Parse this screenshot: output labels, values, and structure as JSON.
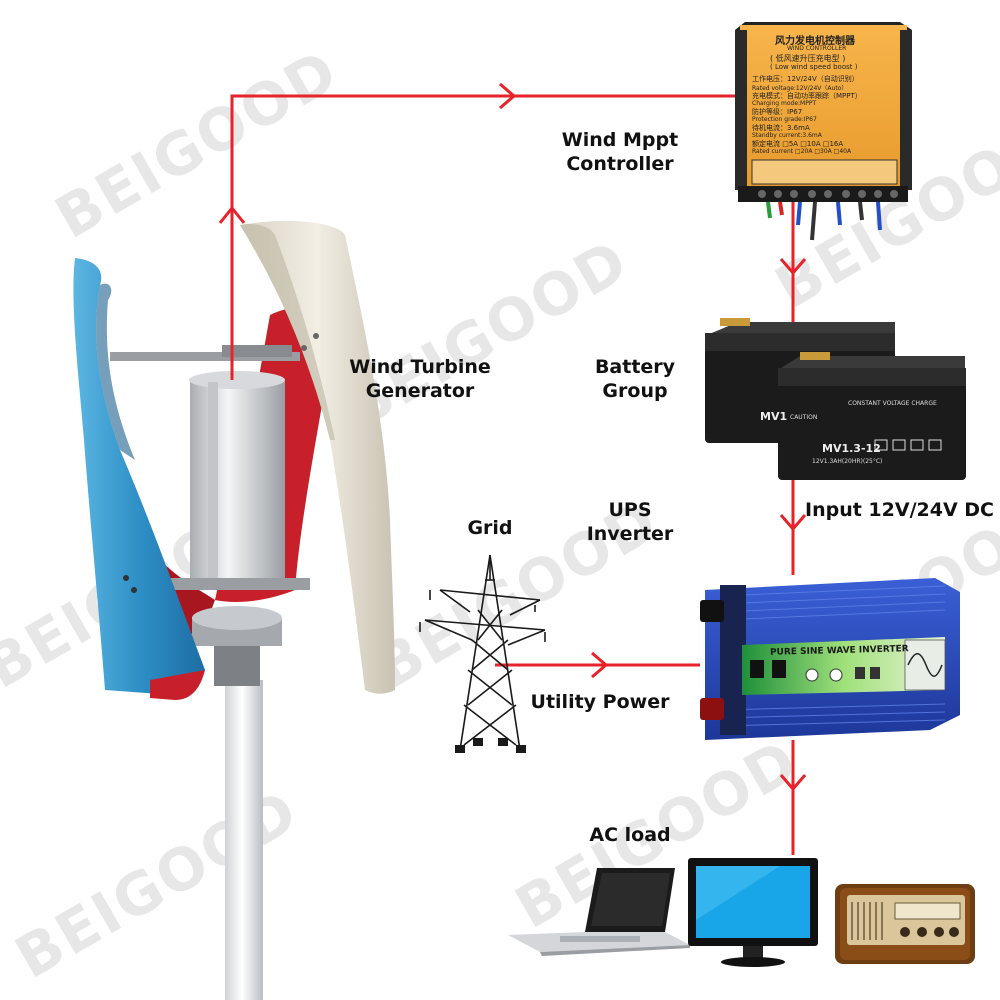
{
  "watermark": "BEIGOOD",
  "labels": {
    "wind_turbine": [
      "Wind Turbine",
      "Generator"
    ],
    "controller": [
      "Wind Mppt",
      "Controller"
    ],
    "battery": [
      "Battery",
      "Group"
    ],
    "ups": [
      "UPS",
      "Inverter"
    ],
    "grid": "Grid",
    "input_dc": "Input 12V/24V DC",
    "utility_power": "Utility Power",
    "ac_load": "AC load"
  },
  "controller": {
    "title_cn": "风力发电机控制器",
    "title_en": "WIND CONTROLLER",
    "subtitle": "( 低风速升压充电型 )",
    "subtitle_en": "( Low wind speed boost )",
    "lines": [
      "工作电压：12V/24V（自动识别）",
      "Rated voltage:12V/24V（Auto）",
      "充电模式：自动功率跟踪（MPPT）",
      "Charging mode:MPPT",
      "防护等级：IP67",
      "Protection grade:IP67",
      "待机电流：3.6mA",
      "Standby current:3.6mA"
    ],
    "current_row1": "额定电流  □5A  □10A  □16A",
    "current_row2": "Rated current  □20A  □30A  □40A"
  },
  "battery": {
    "model_back": "MV1",
    "model_front": "MV1.3-12",
    "header_front": "CONSTANT VOLTAGE CHARGE",
    "spec_front": "12V1.3AH(20HR)(25°C)",
    "caution": "CAUTION"
  },
  "inverter": {
    "panel_label": "PURE SINE WAVE INVERTER"
  },
  "colors": {
    "flow_line": "#e8222a",
    "controller_body": "#f2a83a",
    "inverter_body": "#2747b8",
    "battery_body": "#1b1b1b",
    "blade_blue": "#2e8fc6",
    "blade_red": "#c8202a",
    "blade_white": "#ece7da"
  }
}
